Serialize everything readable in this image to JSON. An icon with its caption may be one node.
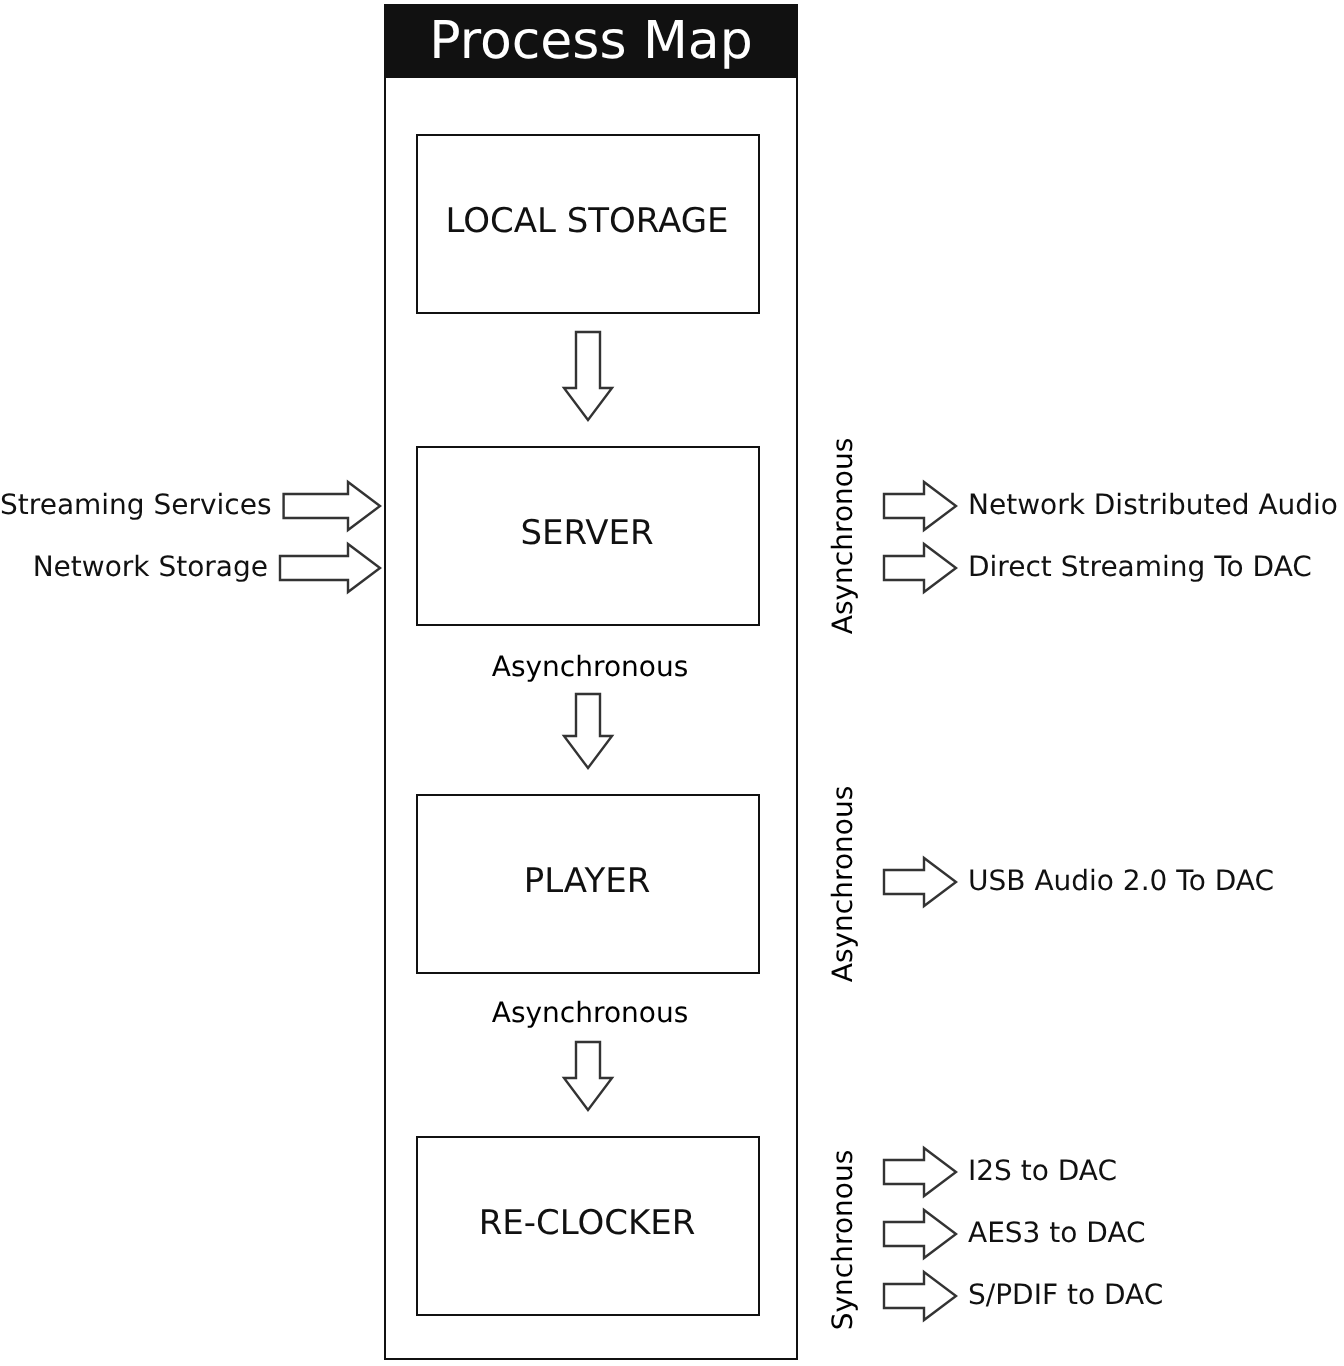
{
  "diagram": {
    "nodes": [
      {
        "text": [
          "Process Map"
        ]
      },
      {
        "text": [
          "LOCAL STORAGE"
        ],
        "in": 0
      },
      {
        "text": [
          "SERVER"
        ],
        "in": 0
      },
      {
        "text": [
          "PLAYER"
        ],
        "in": 0
      },
      {
        "text": [
          "RE-CLOCKER"
        ],
        "in": 0
      },
      {
        "text": [
          "Streaming Services"
        ]
      },
      {
        "text": [
          "Network Storage"
        ]
      },
      {
        "text": [
          "Network Distributed Audio"
        ]
      },
      {
        "text": [
          "Direct Streaming To DAC"
        ]
      },
      {
        "text": [
          "USB Audio 2.0 To DAC"
        ]
      },
      {
        "text": [
          "I2S to DAC"
        ]
      },
      {
        "text": [
          "AES3 to DAC"
        ]
      },
      {
        "text": [
          "S/PDIF to DAC"
        ]
      }
    ],
    "edges": [
      {
        "from": 1,
        "to": 2,
        "arrow": "to"
      },
      {
        "from": 5,
        "to": 0,
        "arrow": "to"
      },
      {
        "from": 6,
        "to": 0,
        "arrow": "to"
      },
      {
        "from": null,
        "to": 7,
        "arrow": "to"
      },
      {
        "from": null,
        "to": 8,
        "arrow": "to"
      },
      {
        "from": 2,
        "to": 3,
        "arrow": "to",
        "label": "Asynchronous"
      },
      {
        "from": null,
        "to": 9,
        "arrow": "to"
      },
      {
        "from": 3,
        "to": 4,
        "arrow": "to",
        "label": "Asynchronous"
      },
      {
        "from": null,
        "to": 10,
        "arrow": "to"
      },
      {
        "from": null,
        "to": 11,
        "arrow": "to"
      },
      {
        "from": null,
        "to": 12,
        "arrow": "to"
      }
    ],
    "labels": [
      "Asynchronous",
      "Asynchronous",
      "Synchronous"
    ]
  }
}
